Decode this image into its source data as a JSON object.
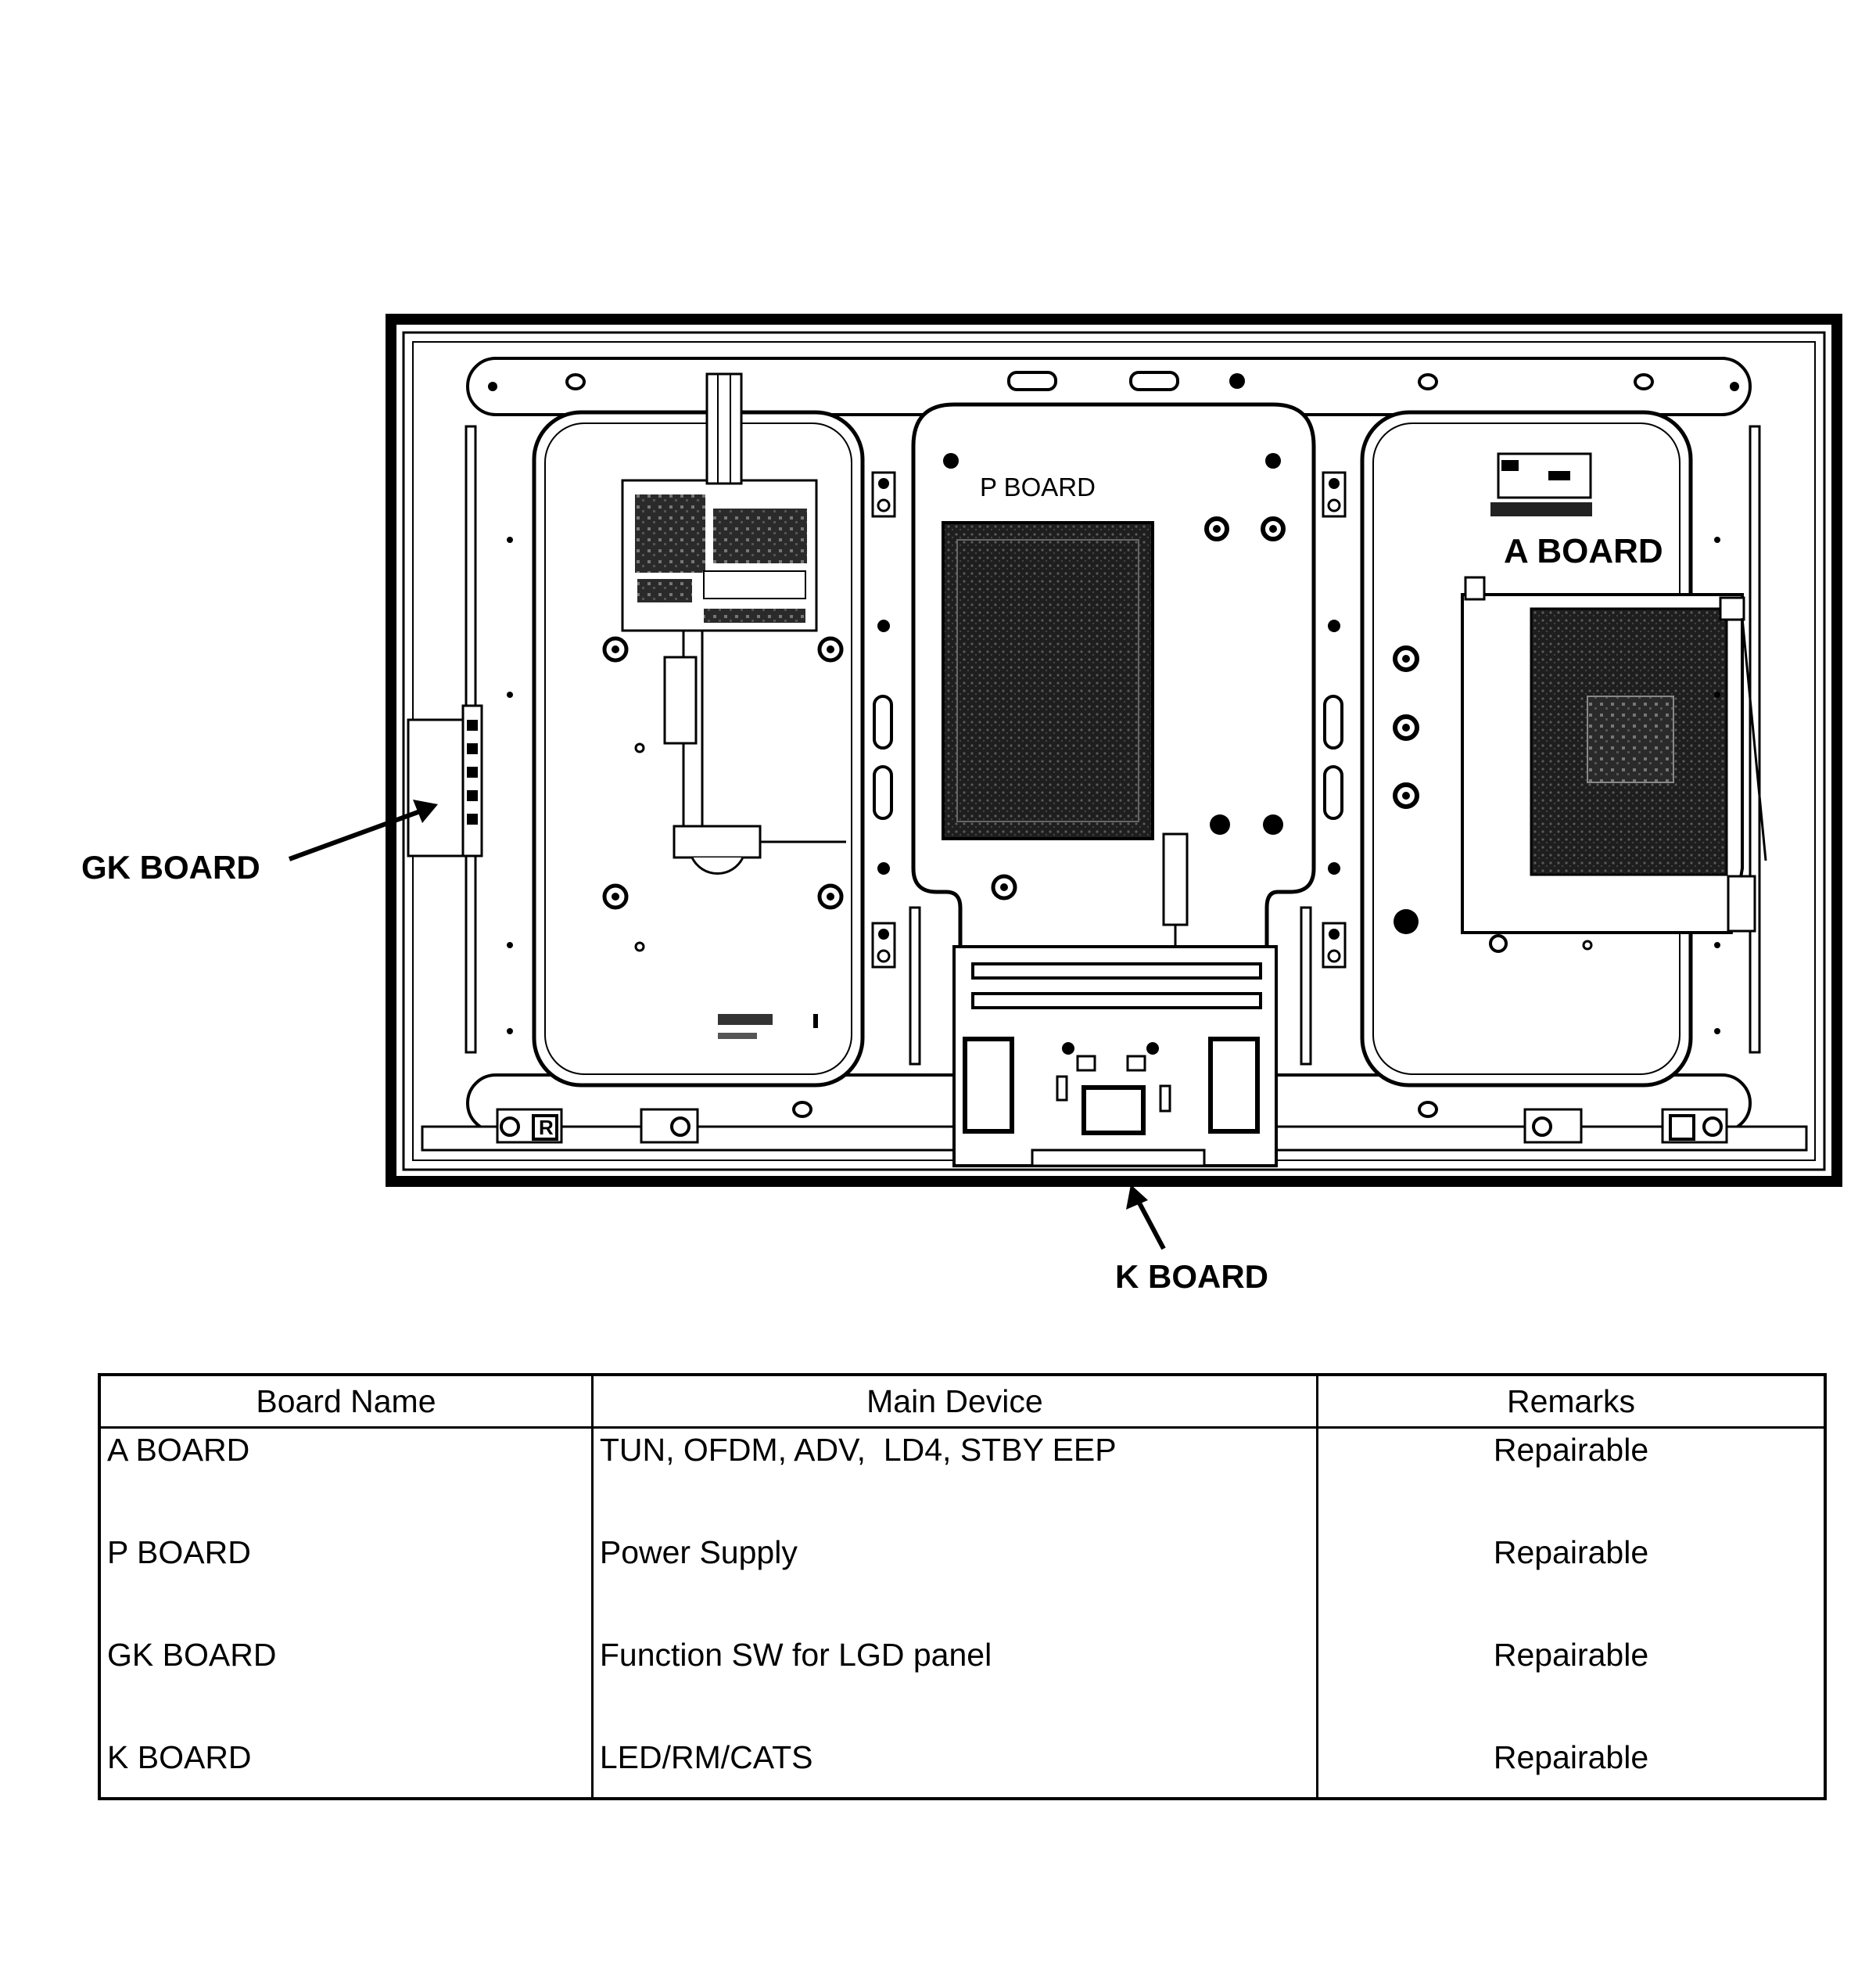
{
  "labels": {
    "gk_board": "GK BOARD",
    "k_board": "K BOARD",
    "a_board": "A BOARD",
    "p_board": "P BOARD"
  },
  "table": {
    "headers": [
      "Board Name",
      "Main Device",
      "Remarks"
    ],
    "rows": [
      {
        "board": "A BOARD",
        "device": "TUN, OFDM, ADV,  LD4, STBY EEP",
        "remark": "Repairable"
      },
      {
        "board": "P BOARD",
        "device": "Power Supply",
        "remark": "Repairable"
      },
      {
        "board": "GK BOARD",
        "device": "Function SW for LGD panel",
        "remark": "Repairable"
      },
      {
        "board": "K BOARD",
        "device": "LED/RM/CATS",
        "remark": "Repairable"
      }
    ]
  },
  "colors": {
    "line": "#000000",
    "background": "#ffffff",
    "pcb_dark": "#2a2a2a"
  }
}
